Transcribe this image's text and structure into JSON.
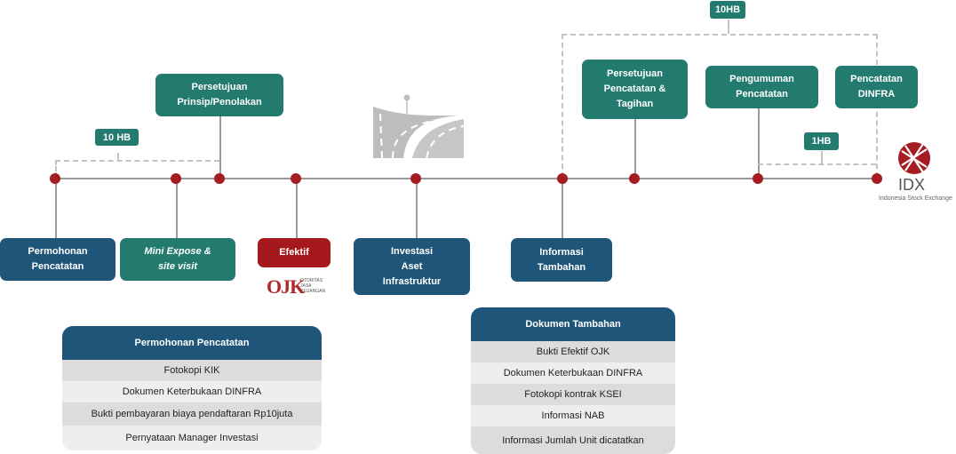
{
  "top_badge": "10HB",
  "left_badge": "10 HB",
  "right_badge": "1HB",
  "upper_boxes": {
    "persetujuan_prinsip": "Persetujuan\nPrinsip/Penolakan",
    "persetujuan_pencatatan": "Persetujuan\nPencatatan &\nTagihan",
    "pengumuman": "Pengumuman\nPencatatan",
    "pencatatan_dinfra": "Pencatatan\nDINFRA"
  },
  "lower_boxes": {
    "permohonan": "Permohonan\nPencatatan",
    "mini_expose": "Mini Expose &\nsite visit",
    "efektif": "Efektif",
    "investasi": "Investasi\nAset\nInfrastruktur",
    "informasi": "Informasi\nTambahan"
  },
  "logos": {
    "ojk_text": "OJK",
    "ojk_sub": "OTORITAS\nJASA\nKEUANGAN",
    "idx_text": "IDX",
    "idx_sub": "Indonesia Stock Exchange"
  },
  "table_left": {
    "title": "Permohonan Pencatatan",
    "rows": [
      "Fotokopi KIK",
      "Dokumen Keterbukaan DINFRA",
      "Bukti pembayaran biaya pendaftaran Rp10juta",
      "Pernyataan Manager Investasi"
    ]
  },
  "table_right": {
    "title": "Dokumen Tambahan",
    "rows": [
      "Bukti Efektif OJK",
      "Dokumen Keterbukaan DINFRA",
      "Fotokopi kontrak KSEI",
      "Informasi NAB",
      "Informasi Jumlah Unit dicatatkan"
    ]
  },
  "colors": {
    "blue": "#1f5579",
    "teal": "#237a6e",
    "red": "#a5191d",
    "timeline_dot": "#a51d22"
  }
}
